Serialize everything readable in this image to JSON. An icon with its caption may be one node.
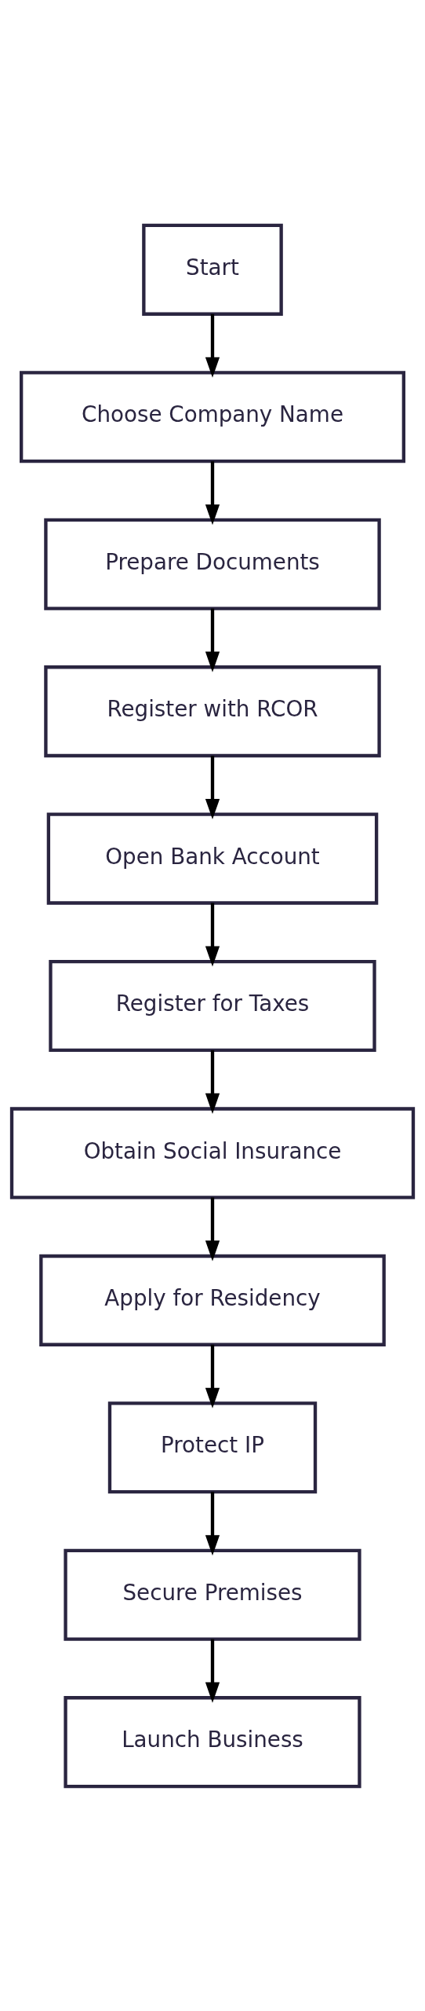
{
  "diagram": {
    "nodes": [
      {
        "text": [
          "Start"
        ]
      },
      {
        "text": [
          "Choose Company Name"
        ]
      },
      {
        "text": [
          "Prepare Documents"
        ]
      },
      {
        "text": [
          "Register with RCOR"
        ]
      },
      {
        "text": [
          "Open Bank Account"
        ]
      },
      {
        "text": [
          "Register for Taxes"
        ]
      },
      {
        "text": [
          "Obtain Social Insurance"
        ]
      },
      {
        "text": [
          "Apply for Residency"
        ]
      },
      {
        "text": [
          "Protect IP"
        ]
      },
      {
        "text": [
          "Secure Premises"
        ]
      },
      {
        "text": [
          "Launch Business"
        ]
      }
    ],
    "edges": [
      {
        "from": 0,
        "to": 1,
        "arrow": "to"
      },
      {
        "from": 1,
        "to": 2,
        "arrow": "to"
      },
      {
        "from": 2,
        "to": 3,
        "arrow": "to"
      },
      {
        "from": 3,
        "to": 4,
        "arrow": "to"
      },
      {
        "from": 4,
        "to": 5,
        "arrow": "to"
      },
      {
        "from": 5,
        "to": 6,
        "arrow": "to"
      },
      {
        "from": 6,
        "to": 7,
        "arrow": "to"
      },
      {
        "from": 7,
        "to": 8,
        "arrow": "to"
      },
      {
        "from": 8,
        "to": 9,
        "arrow": "to"
      },
      {
        "from": 9,
        "to": 10,
        "arrow": "to"
      }
    ]
  }
}
